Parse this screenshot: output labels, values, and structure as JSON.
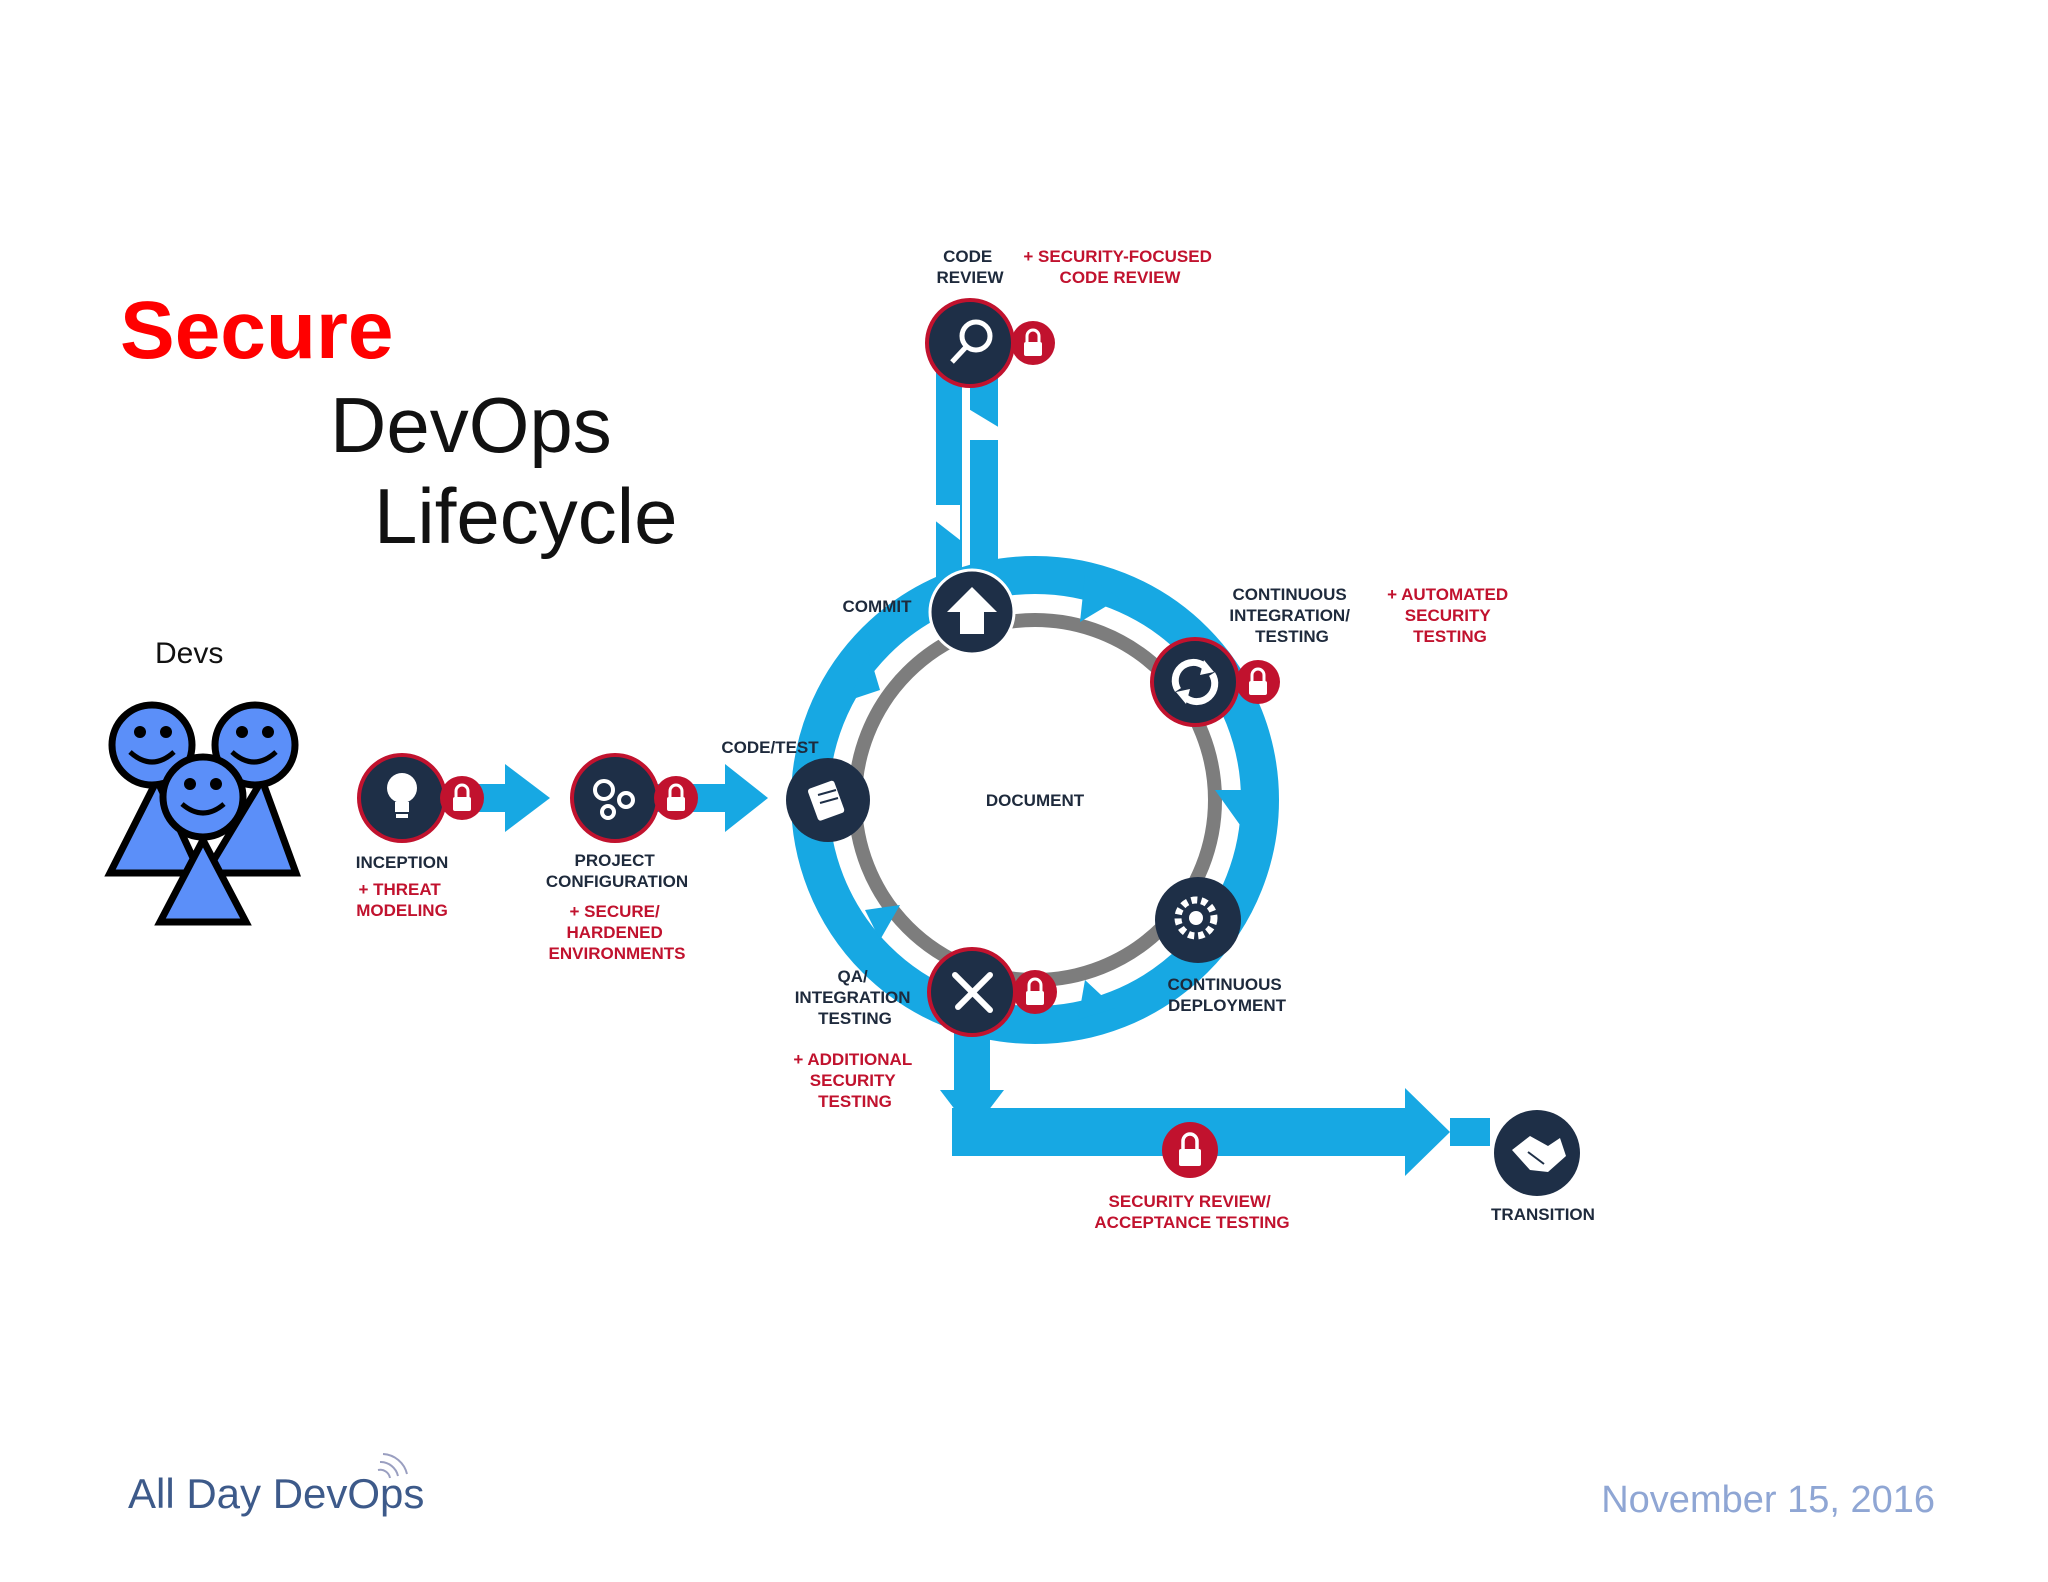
{
  "title": {
    "line1": "Secure",
    "line2": "DevOps",
    "line3": "Lifecycle"
  },
  "devs_label": "Devs",
  "center_label": "DOCUMENT",
  "stages": {
    "inception": {
      "label": [
        "INCEPTION"
      ],
      "security": [
        "+ THREAT",
        "MODELING"
      ]
    },
    "project_configuration": {
      "label": [
        "PROJECT",
        "CONFIGURATION"
      ],
      "security": [
        "+ SECURE/",
        "HARDENED",
        "ENVIRONMENTS"
      ]
    },
    "code_test": {
      "label": [
        "CODE/TEST"
      ]
    },
    "commit": {
      "label": [
        "COMMIT"
      ]
    },
    "code_review": {
      "label": [
        "CODE",
        "REVIEW"
      ],
      "security": [
        "+ SECURITY-FOCUSED",
        "CODE REVIEW"
      ]
    },
    "continuous_integration": {
      "label": [
        "CONTINUOUS",
        "INTEGRATION/",
        "TESTING"
      ],
      "security": [
        "+ AUTOMATED",
        "SECURITY",
        "TESTING"
      ]
    },
    "continuous_deployment": {
      "label": [
        "CONTINUOUS",
        "DEPLOYMENT"
      ]
    },
    "qa_integration": {
      "label": [
        "QA/",
        "INTEGRATION",
        "TESTING"
      ],
      "security": [
        "+ ADDITIONAL",
        "SECURITY",
        "TESTING"
      ]
    },
    "security_review": {
      "security": [
        "SECURITY REVIEW/",
        "ACCEPTANCE TESTING"
      ]
    },
    "transition": {
      "label": [
        "TRANSITION"
      ]
    }
  },
  "footer": {
    "logo_text": "All Day DevOps",
    "date": "November 15, 2016"
  },
  "colors": {
    "title_accent": "#ff0000",
    "flow_blue": "#17a8e3",
    "node_navy": "#1e2f47",
    "lock_red": "#c1122e",
    "ring_gray": "#7d7d7d",
    "devs_fill": "#5b8ff9",
    "date_color": "#8fa6d4"
  },
  "icons": [
    "lightbulb-icon",
    "gears-icon",
    "scroll-icon",
    "upload-icon",
    "magnifier-icon",
    "sync-icon",
    "gear-sync-icon",
    "tools-icon",
    "handshake-icon",
    "lock-icon",
    "smiley-person-icon"
  ]
}
